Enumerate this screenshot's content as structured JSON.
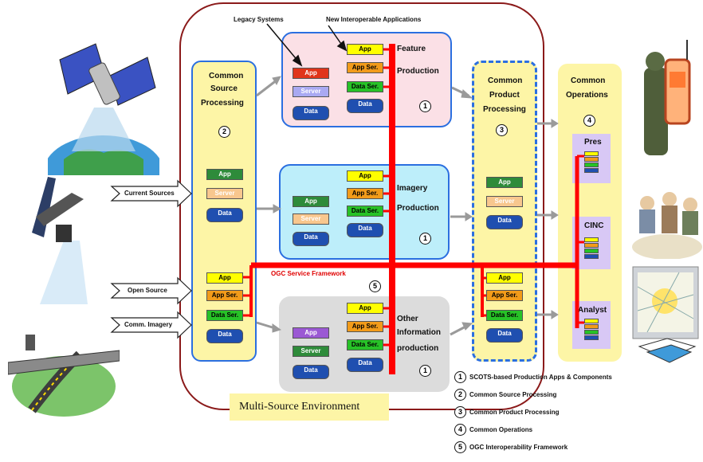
{
  "labels": {
    "legacy_systems": "Legacy Systems",
    "new_apps": "New Interoperable Applications",
    "common_source_processing": [
      "Common",
      "Source",
      "Processing"
    ],
    "common_product_processing": [
      "Common",
      "Product",
      "Processing"
    ],
    "common_operations": [
      "Common",
      "Operations"
    ],
    "feature_production": [
      "Feature",
      "Production"
    ],
    "imagery_production": [
      "Imagery",
      "Production"
    ],
    "other_info_production": [
      "Other",
      "Information",
      "production"
    ],
    "ogc_service_framework": "OGC Service Framework",
    "multi_source_env": "Multi-Source Environment",
    "pres": "Pres",
    "cinc": "CINC",
    "analyst": "Analyst"
  },
  "inputs": {
    "current_sources": "Current Sources",
    "open_source": "Open Source",
    "comm_imagery": "Comm. Imagery"
  },
  "chips": {
    "app": "App",
    "server": "Server",
    "data": "Data",
    "app_ser": "App Ser.",
    "data_ser": "Data Ser."
  },
  "numbers": {
    "one": "1",
    "two": "2",
    "three": "3",
    "four": "4",
    "five": "5"
  },
  "legend": [
    {
      "num": "1",
      "text": "SCOTS-based Production Apps & Components"
    },
    {
      "num": "2",
      "text": "Common Source Processing"
    },
    {
      "num": "3",
      "text": "Common Product Processing"
    },
    {
      "num": "4",
      "text": "Common Operations"
    },
    {
      "num": "5",
      "text": "OGC Interoperability Framework"
    }
  ],
  "colors": {
    "environment_border": "#8b1a1a",
    "common_yellow": "#fdf5a6",
    "panel_blue": "#2b6fe0",
    "feature_bg": "#fbe0e6",
    "imagery_bg": "#bdeefa",
    "other_bg": "#dcdcdc",
    "framework_red": "#ff0000"
  }
}
